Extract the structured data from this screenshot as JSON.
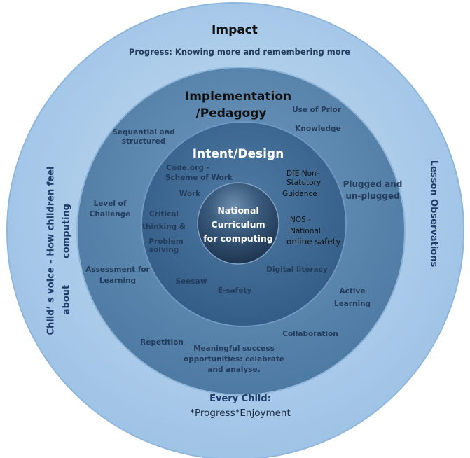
{
  "colors": {
    "outer_ring": "#a7c8e8",
    "implementation_ring": "#5d86ad",
    "intent_ring": "#3e6992",
    "core": "#2b4866",
    "dark_text": "#243b5c"
  },
  "outer": {
    "title": "Impact",
    "subtitle": "Progress: Knowing more and remembering more",
    "left_side_line1": "Child’  s voice – How children feel",
    "left_side_line2": "computing",
    "left_side_line3": "about",
    "right_side": "Lesson Observations",
    "bottom_title": "Every Child:",
    "bottom_subtitle": "*Progress*Enjoyment"
  },
  "implementation": {
    "title_line1": "Implementation",
    "title_line2": "/Pedagogy",
    "items": {
      "prior_1": "Use of Prior",
      "prior_2": "Knowledge",
      "seq_1": "Sequential and",
      "seq_2": "structured",
      "challenge_1": "Level of",
      "challenge_2": "Challenge",
      "plugged_1": "Plugged and",
      "plugged_2": "un-plugged",
      "assessment_1": "Assessment for",
      "assessment_2": "Learning",
      "active_1": "Active",
      "active_2": "Learning",
      "repetition": "Repetition",
      "collaboration": "Collaboration",
      "success_1": "Meaningful success",
      "success_2": "opportunities: celebrate",
      "success_3": "and analyse."
    }
  },
  "intent": {
    "title": "Intent/Design",
    "items": {
      "code_1": "Code.org -",
      "code_2": "Scheme of Work",
      "work": "Work",
      "dfe_1": "DfE Non-",
      "dfe_2": "Statutory",
      "dfe_3": "Guidance",
      "critical_1": "Critical",
      "critical_2": "thinking &",
      "problem_1": "Problem",
      "problem_2": "solving",
      "nos_1": "NOS -",
      "nos_2": "National",
      "nos_3": "online safety",
      "digital": "Digital literacy",
      "seesaw": "Seesaw",
      "esafety": "E-safety"
    }
  },
  "core": {
    "line1": "National",
    "line2": "Curriculum",
    "line3": "for computing"
  }
}
